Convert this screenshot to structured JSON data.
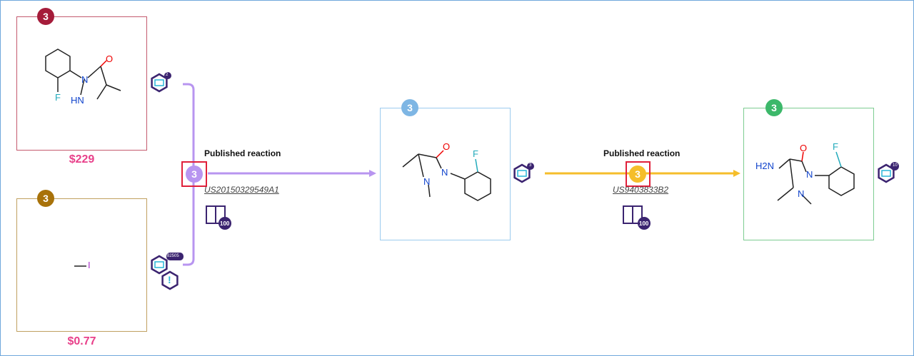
{
  "molecules": [
    {
      "badge": "3",
      "price": "$229",
      "color": "#b5324e",
      "badge_color": "#a51c3a",
      "atoms": {
        "o": "O",
        "f": "F",
        "hn": "HN",
        "n": "N"
      }
    },
    {
      "badge": "3",
      "price": "$0.77",
      "color": "#b08a3a",
      "badge_color": "#a8720a",
      "atoms": {
        "i": "I"
      }
    },
    {
      "badge": "3",
      "color": "#8fc0e6",
      "badge_color": "#7eb6e4",
      "atoms": {
        "o": "O",
        "f": "F",
        "n1": "N",
        "n2": "N"
      }
    },
    {
      "badge": "3",
      "color": "#6cc584",
      "badge_color": "#3cb86a",
      "atoms": {
        "o": "O",
        "f": "F",
        "nh2": "H2N",
        "n1": "N",
        "n2": "N"
      }
    }
  ],
  "reactions": [
    {
      "label": "Published reaction",
      "step": "3",
      "patent": "US20150329549A1",
      "refs": "100",
      "color": "#b895f0"
    },
    {
      "label": "Published reaction",
      "step": "3",
      "patent": "US9403833B2",
      "refs": "100",
      "color": "#f5be2b"
    }
  ],
  "source_badges": {
    "mol1": "2",
    "mol2": "82505",
    "mol3": "3",
    "mol4": "10",
    "warning": "!"
  }
}
